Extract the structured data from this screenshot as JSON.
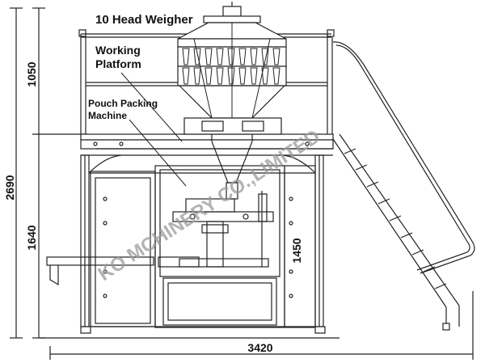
{
  "labels": {
    "weigher": "10 Head Weigher",
    "platform_line1": "Working",
    "platform_line2": "Platform",
    "packing_line1": "Pouch Packing",
    "packing_line2": "Machine"
  },
  "dimensions": {
    "overall_height": "2690",
    "weigher_height": "1050",
    "platform_height": "1640",
    "machine_height": "1450",
    "overall_width": "3420"
  },
  "watermark": "KO MCHINERY CO.,LIMITED"
}
